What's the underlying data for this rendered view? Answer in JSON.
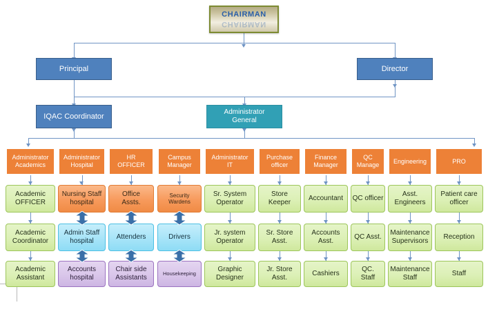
{
  "title": "Organization Chart",
  "colors": {
    "chairman_border": "#7d8b32",
    "chairman_text": "#2a5fa8",
    "blue": "#4f81bd",
    "teal": "#31a0b5",
    "orange": "#ed8137",
    "light_orange": "#f79a5c",
    "green": "#dcf0b6",
    "cyan": "#a7e4f8",
    "purple": "#d9c6ea",
    "connector": "#6f94c4",
    "double_arrow": "#3a6fa8"
  },
  "top": {
    "chairman": "CHAIRMAN",
    "principal": "Principal",
    "director": "Director",
    "iqac": "IQAC Coordinator",
    "admin_general_line1": "Administrator",
    "admin_general_line2": "General"
  },
  "columns": [
    {
      "head_line1": "Administrator",
      "head_line2": "Academics",
      "r2_line1": "Academic",
      "r2_line2": "OFFICER",
      "r3_line1": "Academic",
      "r3_line2": "Coordinator",
      "r4_line1": "Academic",
      "r4_line2": "Assistant"
    },
    {
      "head_line1": "Administrator",
      "head_line2": "Hospital",
      "r2_line1": "Nursing Staff",
      "r2_line2": "hospital",
      "r3_line1": "Admin Staff",
      "r3_line2": "hospital",
      "r4_line1": "Accounts",
      "r4_line2": "hospital"
    },
    {
      "head_line1": "HR",
      "head_line2": "OFFICER",
      "r2_line1": "Office",
      "r2_line2": "Assts.",
      "r3_line1": "Attenders",
      "r3_line2": "",
      "r4_line1": "Chair side",
      "r4_line2": "Assistants"
    },
    {
      "head_line1": "Campus",
      "head_line2": "Manager",
      "r2_line1": "Security",
      "r2_line2": "Wardens",
      "r3_line1": "Drivers",
      "r3_line2": "",
      "r4_line1": "Housekeeping",
      "r4_line2": ""
    },
    {
      "head_line1": "Administrator",
      "head_line2": "IT",
      "r2_line1": "Sr. System",
      "r2_line2": "Operator",
      "r3_line1": "Jr. system",
      "r3_line2": "Operator",
      "r4_line1": "Graphic",
      "r4_line2": "Designer"
    },
    {
      "head_line1": "Purchase",
      "head_line2": "officer",
      "r2_line1": "Store",
      "r2_line2": "Keeper",
      "r3_line1": "Sr. Store",
      "r3_line2": "Asst.",
      "r4_line1": "Jr. Store",
      "r4_line2": "Asst."
    },
    {
      "head_line1": "Finance",
      "head_line2": "Manager",
      "r2_line1": "Accountant",
      "r2_line2": "",
      "r3_line1": "Accounts",
      "r3_line2": "Asst.",
      "r4_line1": "Cashiers",
      "r4_line2": ""
    },
    {
      "head_line1": "QC",
      "head_line2": "Manage",
      "r2_line1": "QC officer",
      "r2_line2": "",
      "r3_line1": "QC Asst.",
      "r3_line2": "",
      "r4_line1": "QC.",
      "r4_line2": "Staff"
    },
    {
      "head_line1": "Engineering",
      "head_line2": "",
      "r2_line1": "Asst.",
      "r2_line2": "Engineers",
      "r3_line1": "Maintenance",
      "r3_line2": "Supervisors",
      "r4_line1": "Maintenance",
      "r4_line2": "Staff"
    },
    {
      "head_line1": "PRO",
      "head_line2": "",
      "r2_line1": "Patient care",
      "r2_line2": "officer",
      "r3_line1": "Reception",
      "r3_line2": "",
      "r4_line1": "Staff",
      "r4_line2": ""
    }
  ]
}
